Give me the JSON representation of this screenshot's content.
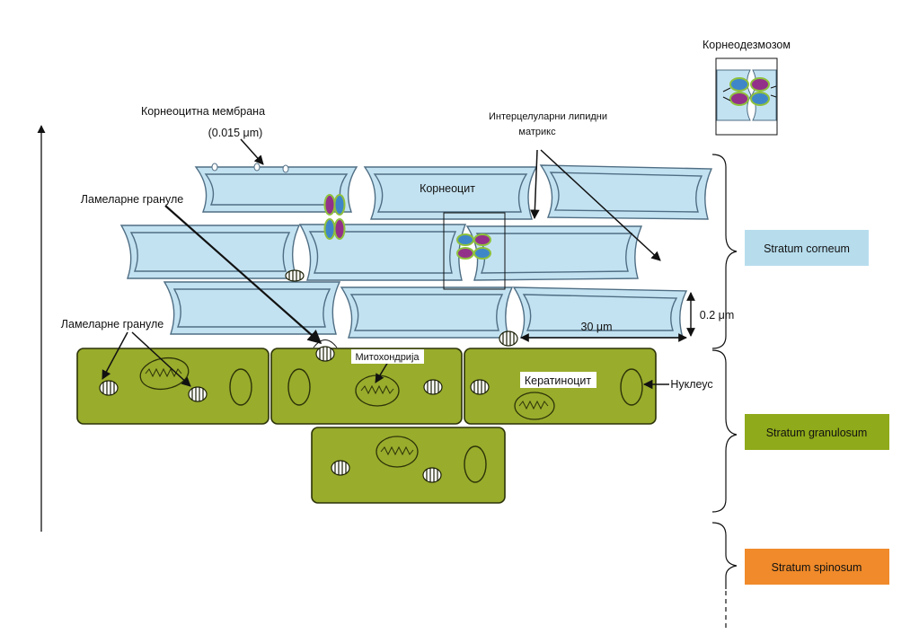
{
  "labels": {
    "corneodesmosome": "Корнеодезмозом",
    "cornified_membrane": "Корнеоцитна мембрана",
    "membrane_thickness": "(0.015 μm)",
    "intercellular_lipid_line1": "Интерцелуларни липидни",
    "intercellular_lipid_line2": "матрикс",
    "corneocyte": "Корнеоцит",
    "lamellar_granules_top": "Ламеларне грануле",
    "lamellar_granules_left": "Ламеларне грануле",
    "mitochondria": "Митохондрија",
    "keratinocyte": "Кератиноцит",
    "nucleus": "Нуклеус",
    "thickness": "0.2 μm",
    "width": "30 μm"
  },
  "layers": [
    {
      "name": "Stratum corneum",
      "color": "#b7dded"
    },
    {
      "name": "Stratum granulosum",
      "color": "#8faa1a"
    },
    {
      "name": "Stratum spinosum",
      "color": "#f08a2a"
    }
  ],
  "colors": {
    "corneocyte_fill": "#c3e2f1",
    "corneocyte_stroke": "#5a7a90",
    "keratinocyte_fill": "#99ac2c",
    "keratinocyte_stroke": "#2c3308",
    "desmo_magenta": "#93318a",
    "desmo_blue": "#3f86c9",
    "desmo_outline": "#8ec03c"
  }
}
